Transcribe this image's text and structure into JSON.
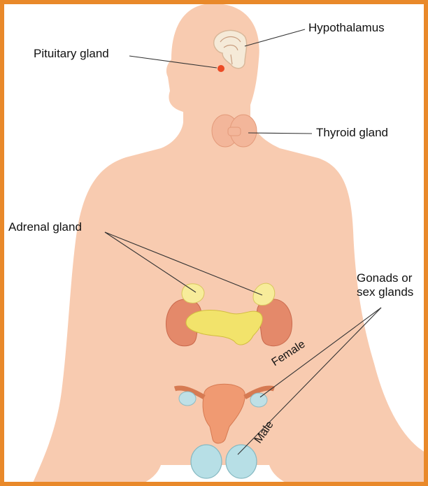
{
  "colors": {
    "frame": "#e9892a",
    "background": "#ffffff",
    "body_skin": "#f8cbb0",
    "thyroid": "#f3b69a",
    "adrenal": "#f7ec9a",
    "kidney": "#e4896a",
    "pancreas": "#f2e36b",
    "uterus": "#f09a72",
    "ovary": "#bfe0e6",
    "testes": "#b7dfe6",
    "pituitary": "#ec4a24",
    "leader_line": "#333333"
  },
  "labels": {
    "hypothalamus": "Hypothalamus",
    "pituitary": "Pituitary gland",
    "thyroid": "Thyroid gland",
    "adrenal": "Adrenal gland",
    "gonads_line1": "Gonads or",
    "gonads_line2": "sex glands",
    "female": "Female",
    "male": "Male"
  }
}
